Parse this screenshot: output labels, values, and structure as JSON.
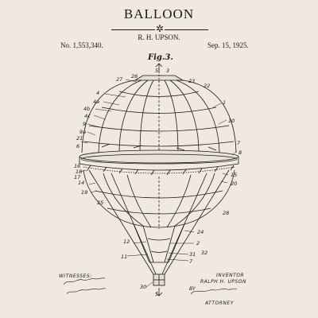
{
  "header": {
    "title": "BALLOON",
    "ornament": "✲",
    "inventor": "R. H. UPSON.",
    "patent_number": "No. 1,553,340.",
    "patent_date": "Sep. 15, 1925."
  },
  "figure": {
    "label": "Fig.3.",
    "reference_numerals": [
      "3",
      "5",
      "27",
      "26",
      "23",
      "22",
      "4",
      "4a",
      "4b",
      "4c",
      "9",
      "9a",
      "1",
      "10",
      "21",
      "6",
      "7",
      "8",
      "16",
      "18",
      "17",
      "15",
      "14",
      "20",
      "19",
      "12",
      "11",
      "25",
      "24",
      "2",
      "28",
      "32",
      "31",
      "30"
    ],
    "section_marks": [
      "5",
      "5"
    ]
  },
  "footer": {
    "witnesses_label": "WITNESSES:",
    "inventor_label": "INVENTOR",
    "inventor_name": "RALPH H. UPSON",
    "by_label": "BY",
    "attorney_label": "ATTORNEY"
  }
}
